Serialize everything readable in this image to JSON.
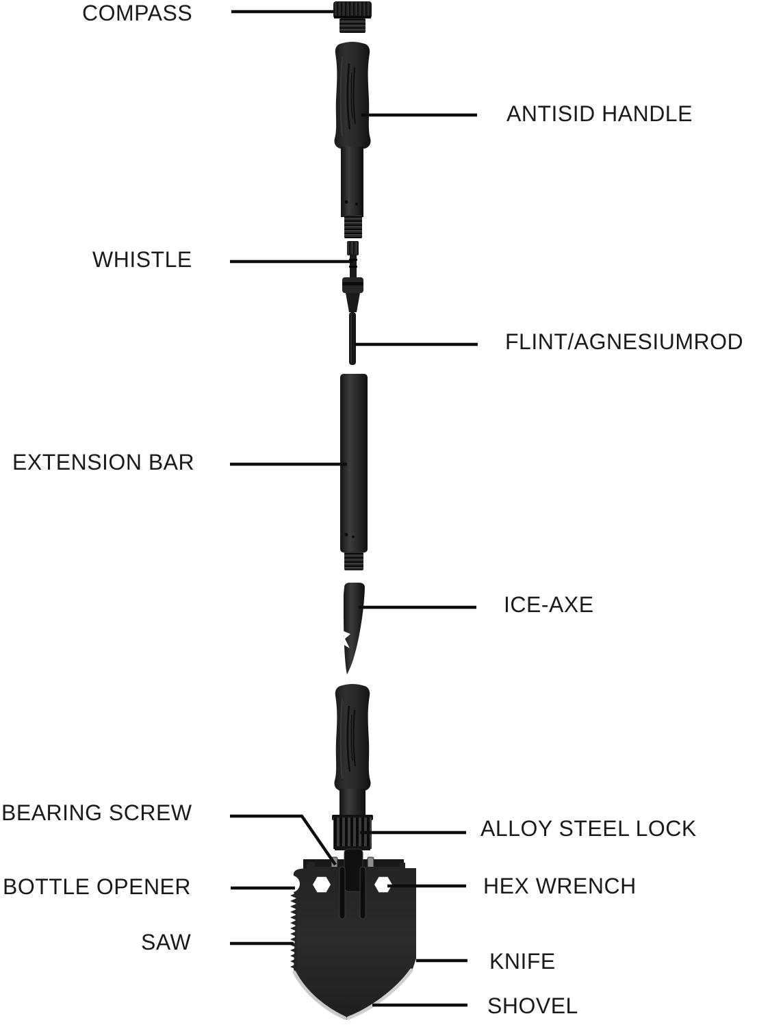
{
  "diagram": {
    "title": "Multi-function folding shovel exploded parts diagram",
    "labels": {
      "compass": "COMPASS",
      "antisid_handle": "ANTISID HANDLE",
      "whistle": "WHISTLE",
      "flint": "FLINT/AGNESIUMROD",
      "extension_bar": "EXTENSION BAR",
      "ice_axe": "ICE-AXE",
      "bearing_screw": "BEARING SCREW",
      "alloy_steel_lock": "ALLOY STEEL LOCK",
      "bottle_opener": "BOTTLE OPENER",
      "hex_wrench": "HEX WRENCH",
      "saw": "SAW",
      "knife": "KNIFE",
      "shovel": "SHOVEL"
    },
    "colors": {
      "background": "#ffffff",
      "text": "#1a1a1a",
      "leader_line": "#0d0d0d",
      "part_dark": "#1f1f1f",
      "part_mid": "#2b2b2b",
      "part_highlight": "#3c3c3c",
      "blade_edge_silver": "#c9c9c9",
      "hex_hole": "#ffffff"
    }
  }
}
